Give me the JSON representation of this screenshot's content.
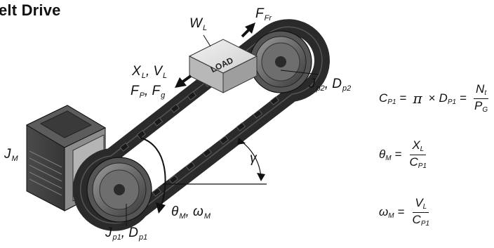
{
  "title": "elt Drive",
  "load_text": "LOAD",
  "labels": {
    "load_weight": {
      "main": "W",
      "sub": "L"
    },
    "friction_force": {
      "main": "F",
      "sub": "Fr"
    },
    "position_velocity": "X_L , V_L",
    "pull_gravity_force": "F_P , F_g",
    "driven_pulley": "J_p2 , D_p2",
    "motor_inertia": {
      "main": "J",
      "sub": "M"
    },
    "incline_angle": "γ",
    "motor_angle_speed": "θ_M , ω_M",
    "drive_pulley": "J_p1 , D_p1"
  },
  "equations": {
    "circumference": "C_P1 = π × D_P1 = N_t / P_G",
    "angle": "θ_M = X_L / C_P1",
    "speed": "ω_M = V_L / C_P1"
  }
}
